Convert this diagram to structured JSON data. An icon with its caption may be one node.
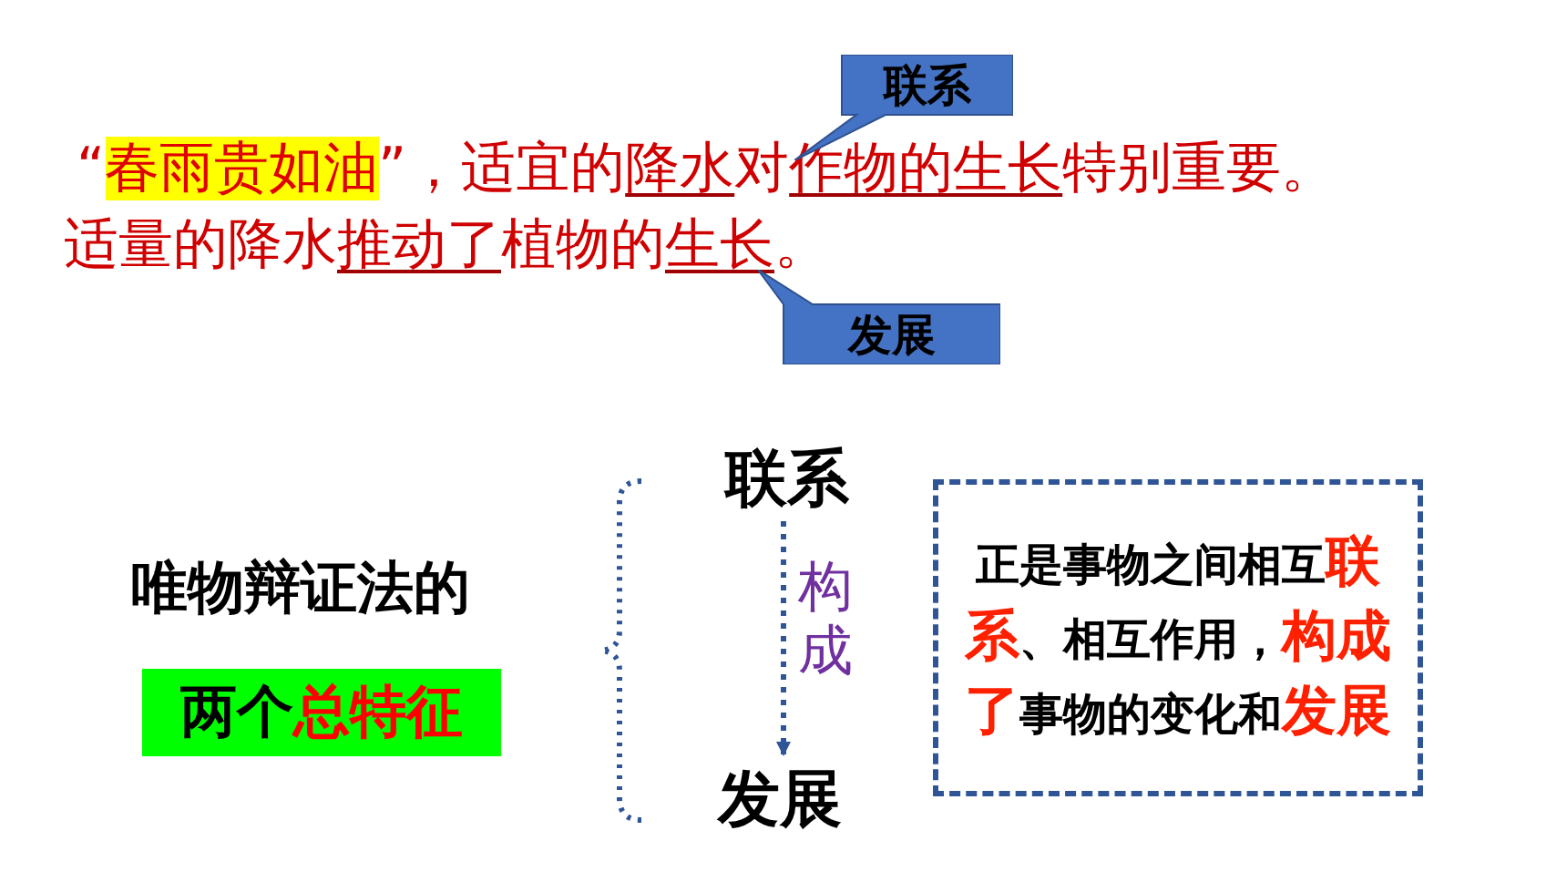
{
  "diagram": {
    "nodes": [
      {
        "text": [
          "联系"
        ]
      },
      {
        "text": [
          "发展"
        ]
      },
      {
        "text": [
          "唯物辩证法的"
        ]
      },
      {
        "text": [
          "两个**总特征**"
        ]
      },
      {
        "text": [
          "联系"
        ]
      },
      {
        "text": [
          "发展"
        ]
      },
      {
        "text": [
          "正是事物之间相互**联系**、相互作用，**构成了**事物的变化和**发展**"
        ]
      }
    ],
    "edges": [
      {
        "from": 4,
        "to": 5,
        "arrow": "to",
        "style": "dashed",
        "label": "构成"
      }
    ],
    "labels": [
      "“**春雨贵如油**”，适宜的",
      "降水",
      "对",
      "作物的生长",
      "特别重要。",
      "适量的降水",
      "推动了",
      "植物的",
      "生长",
      "。"
    ]
  }
}
